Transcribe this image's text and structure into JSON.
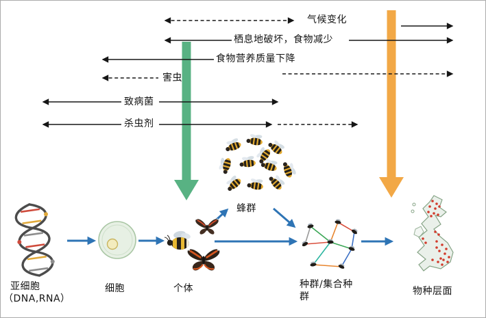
{
  "figure": {
    "type": "diagram",
    "description": "Stressors acting on bees across levels of biological organization"
  },
  "stressors": [
    {
      "id": "climate",
      "label": "气候变化"
    },
    {
      "id": "habitat",
      "label": "栖息地破坏，食物减少"
    },
    {
      "id": "nutrition",
      "label": "食物营养质量下降"
    },
    {
      "id": "pests",
      "label": "害虫"
    },
    {
      "id": "pathogens",
      "label": "致病菌"
    },
    {
      "id": "pesticides",
      "label": "杀虫剂"
    }
  ],
  "levels": [
    {
      "id": "subcellular",
      "label": "亚细胞",
      "sublabel": "（DNA,RNA）",
      "icon": "dna-icon"
    },
    {
      "id": "cell",
      "label": "细胞",
      "icon": "cell-icon"
    },
    {
      "id": "individual",
      "label": "个体",
      "icon": "bee-and-butterflies-icon"
    },
    {
      "id": "colony",
      "label": "蜂群",
      "icon": "bee-swarm-icon"
    },
    {
      "id": "population",
      "label": "种群/集合种群",
      "icon": "population-network-icon"
    },
    {
      "id": "species",
      "label": "物种层面",
      "icon": "distribution-map-icon"
    }
  ],
  "colors": {
    "green_down_arrow": "#4FAE7C",
    "orange_down_arrow": "#F1A33C",
    "flow_arrow_blue": "#2E74B5",
    "stressor_line": "#161616",
    "map_dot_red": "#D23B2C"
  }
}
